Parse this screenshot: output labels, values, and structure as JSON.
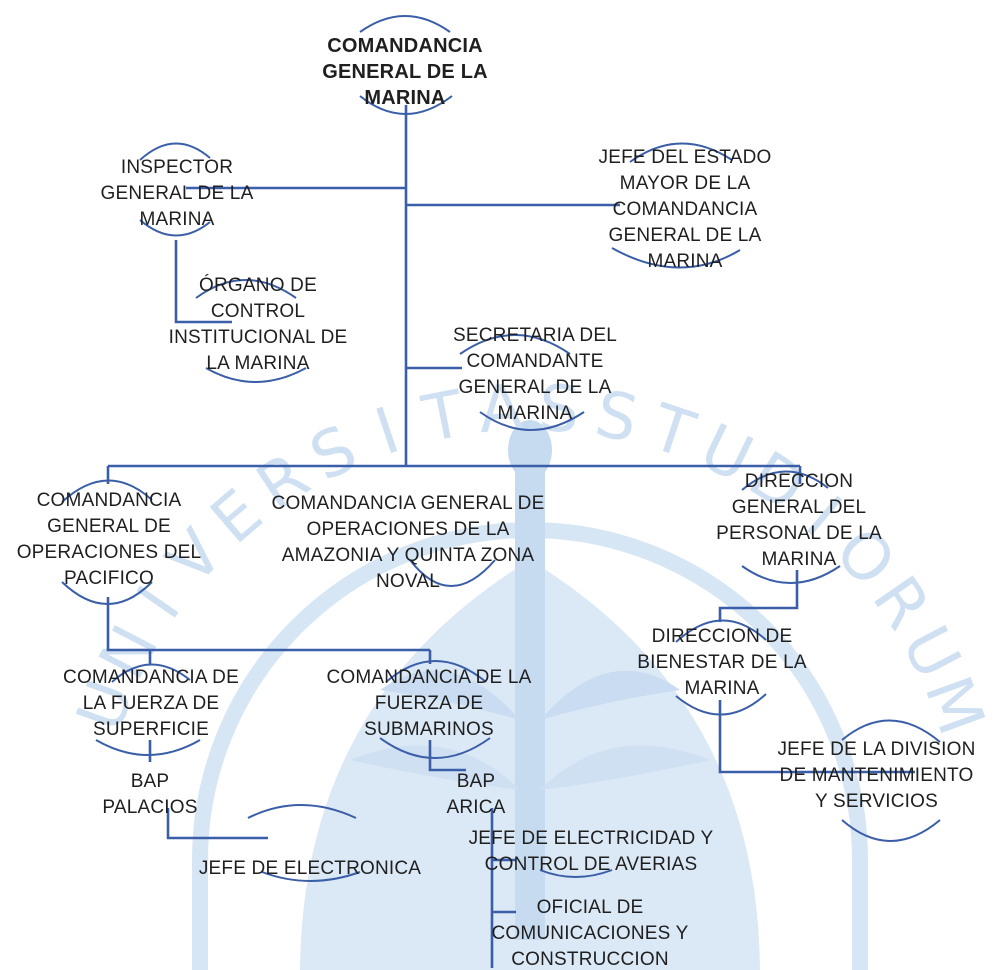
{
  "colors": {
    "line": "#3a5ea7",
    "text": "#1f1f1f",
    "watermark": "#cfe0f2"
  },
  "watermark": {
    "letters": [
      "U",
      "N",
      "I",
      "V",
      "E",
      "R",
      "S",
      "I",
      "T",
      "A",
      "S",
      "S",
      "T",
      "U",
      "D",
      "I",
      "O",
      "R",
      "U",
      "M"
    ]
  },
  "nodes": {
    "cgm": "COMANDANCIA\nGENERAL DE LA\nMARINA",
    "inspector": "INSPECTOR\nGENERAL DE LA\nMARINA",
    "jefe_estado": "JEFE DEL ESTADO\nMAYOR DE LA\nCOMANDANCIA\nGENERAL DE LA\nMARINA",
    "organo": "ÓRGANO DE\nCONTROL\nINSTITUCIONAL DE\nLA MARINA",
    "secretaria": "SECRETARIA DEL\nCOMANDANTE\nGENERAL DE LA\nMARINA",
    "pacifico": "COMANDANCIA\nGENERAL DE\nOPERACIONES DEL\nPACIFICO",
    "amazonia": "COMANDANCIA GENERAL DE\nOPERACIONES DE LA\nAMAZONIA Y QUINTA ZONA\nNOVAL",
    "personal": "DIRECCION\nGENERAL DEL\nPERSONAL DE LA\nMARINA",
    "bienestar": "DIRECCION DE\nBIENESTAR DE LA\nMARINA",
    "superficie": "COMANDANCIA DE\nLA FUERZA DE\nSUPERFICIE",
    "submarinos": "COMANDANCIA DE LA\nFUERZA DE\nSUBMARINOS",
    "division": "JEFE DE LA DIVISION\nDE MANTENIMIENTO\nY SERVICIOS",
    "palacios": "BAP\nPALACIOS",
    "arica": "BAP\nARICA",
    "electricidad": "JEFE DE ELECTRICIDAD Y\nCONTROL DE AVERIAS",
    "electronica": "JEFE DE ELECTRONICA",
    "oficial": "OFICIAL DE\nCOMUNICACIONES Y\nCONSTRUCCION"
  }
}
